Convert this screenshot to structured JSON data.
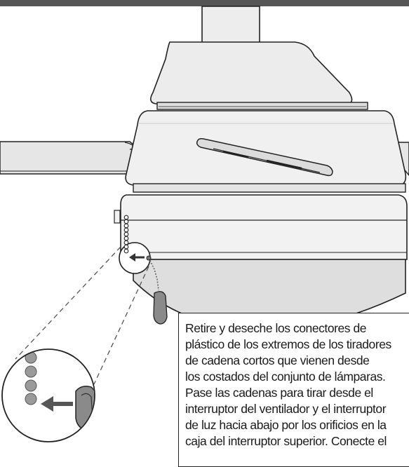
{
  "figure": {
    "subject": "ceiling fan switch housing with pull chains",
    "line_color": "#222222",
    "shade_light": "#ededed",
    "shade_mid": "#d9d9d9",
    "shade_dark": "#8a8a8a",
    "top_bar_color": "#555555",
    "icons": [
      "arrow-left-icon",
      "pull-chain-icon",
      "magnifier-circle-icon"
    ]
  },
  "instruction": {
    "lines": [
      "Retire y deseche los conectores de",
      "plástico de los extremos de los tiradores",
      "de cadena cortos que vienen desde",
      "los costados del conjunto de lámparas.",
      "Pase las cadenas para tirar desde el",
      "interruptor del ventilador y el interruptor",
      "de luz hacia abajo por los orificios en la",
      "caja del interruptor superior. Conecte el"
    ]
  }
}
